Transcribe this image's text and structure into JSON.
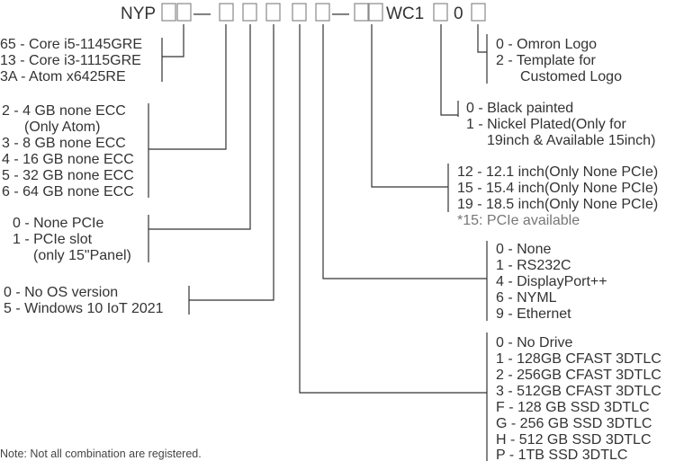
{
  "code": {
    "prefix": "NYP",
    "dash1": "—",
    "dash2": "—",
    "mid": "WC1",
    "fixed_digit": "0"
  },
  "groups": {
    "cpu": [
      "65 - Core i5-1145GRE",
      "13 - Core i3-1115GRE",
      "3A - Atom x6425RE"
    ],
    "memory": [
      "2 - 4 GB none ECC",
      "(Only Atom)",
      "3 - 8 GB none ECC",
      "4 - 16 GB none ECC",
      "5 - 32 GB none ECC",
      "6 - 64 GB none ECC"
    ],
    "pcie": [
      "0 - None PCIe",
      "1 - PCIe slot",
      "(only 15\"Panel)"
    ],
    "os": [
      "0 - No OS version",
      "5 - Windows 10 IoT 2021"
    ],
    "logo": [
      "0 - Omron Logo",
      "2 - Template for",
      "Customed Logo"
    ],
    "frame": [
      "0 - Black painted",
      "1 - Nickel Plated(Only for",
      "19inch & Available 15inch)"
    ],
    "size": [
      "12 - 12.1 inch(Only None PCIe)",
      "15 - 15.4 inch(Only None PCIe)",
      "19 - 18.5 inch(Only None PCIe)"
    ],
    "size_note": "*15: PCIe available",
    "interface": [
      "0 - None",
      "1 - RS232C",
      "4 - DisplayPort++",
      "6 - NYML",
      "9 - Ethernet"
    ],
    "drive": [
      "0 - No Drive",
      "1 - 128GB CFAST 3DTLC",
      "2 - 256GB CFAST 3DTLC",
      "3 - 512GB CFAST 3DTLC",
      "F - 128 GB SSD 3DTLC",
      "G - 256 GB SSD 3DTLC",
      "H - 512 GB SSD 3DTLC",
      "P - 1TB SSD 3DTLC"
    ]
  },
  "footnote": "Note: Not all combination are registered."
}
